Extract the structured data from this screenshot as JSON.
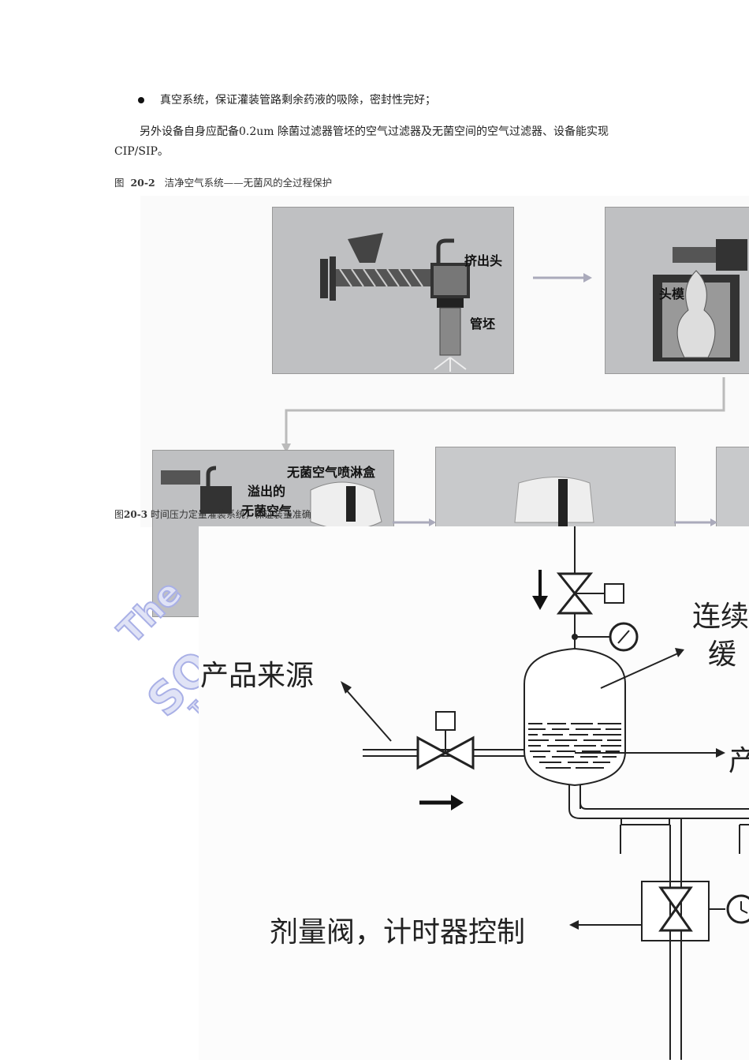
{
  "text": {
    "bullet": "真空系统，保证灌装管路剩余药液的吸除，密封性完好；",
    "paragraph": "另外设备自身应配备0.2um 除菌过滤器管坯的空气过滤器及无菌空间的空气过滤器、设备能实现CIP/SIP。"
  },
  "figure_20_2": {
    "number": "20-2",
    "prefix": "图",
    "title": "洁净空气系统——无菌风的全过程保护",
    "labels": {
      "extruder_head": "挤出头",
      "parison": "管坯",
      "head_mold": "头模",
      "spray_box": "无菌空气喷淋盒",
      "overflow_line1": "溢出的",
      "overflow_line2": "无菌空气"
    }
  },
  "figure_20_3": {
    "prefix": "图",
    "number": "20-3",
    "title": "时间压力定量灌装系统，保证装量准确",
    "labels": {
      "product_source": "产品来源",
      "continuous": "连续",
      "buffer": "缓",
      "product_out": "产",
      "dosing_valve": "剂量阀，计时器控制"
    }
  },
  "watermark": {
    "line1": "The",
    "line2": "SO",
    "line3": "T"
  }
}
